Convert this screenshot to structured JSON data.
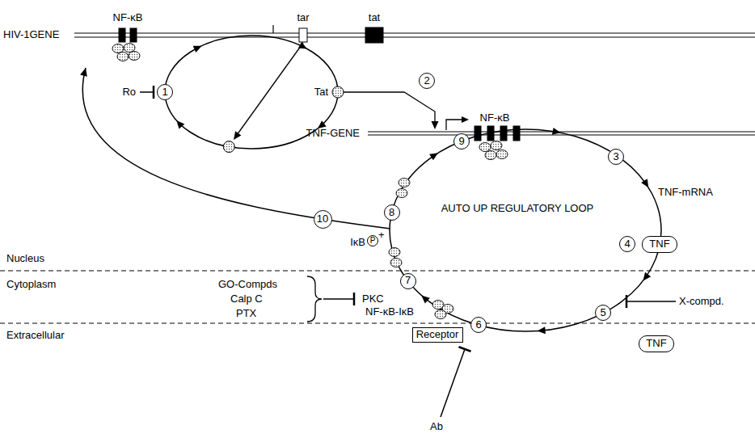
{
  "diagram": {
    "nodes": [
      {
        "text": [
          "1"
        ]
      },
      {
        "text": [
          "2"
        ]
      },
      {
        "text": [
          "3"
        ]
      },
      {
        "text": [
          "4"
        ]
      },
      {
        "text": [
          "5"
        ]
      },
      {
        "text": [
          "6"
        ]
      },
      {
        "text": [
          "7"
        ]
      },
      {
        "text": [
          "8"
        ]
      },
      {
        "text": [
          "9"
        ]
      },
      {
        "text": [
          "10"
        ]
      },
      {
        "text": [
          "TNF"
        ]
      },
      {
        "text": [
          "P"
        ]
      },
      {
        "text": [
          "Receptor"
        ]
      },
      {
        "text": [
          "TNF"
        ]
      }
    ],
    "labels": [
      "HIV-1GENE",
      "NF-κB",
      "tar",
      "tat",
      "Ro",
      "Tat",
      "TNF-GENE",
      "NF-κB",
      "TNF-mRNA",
      "AUTO UP REGULATORY LOOP",
      "Nucleus",
      "Cytoplasm",
      "Extracellular",
      "IκB",
      "+",
      "GO-Compds",
      "Calp C",
      "PTX",
      "PKC",
      "NF-κB-IκB",
      "X-compd.",
      "Ab"
    ]
  }
}
